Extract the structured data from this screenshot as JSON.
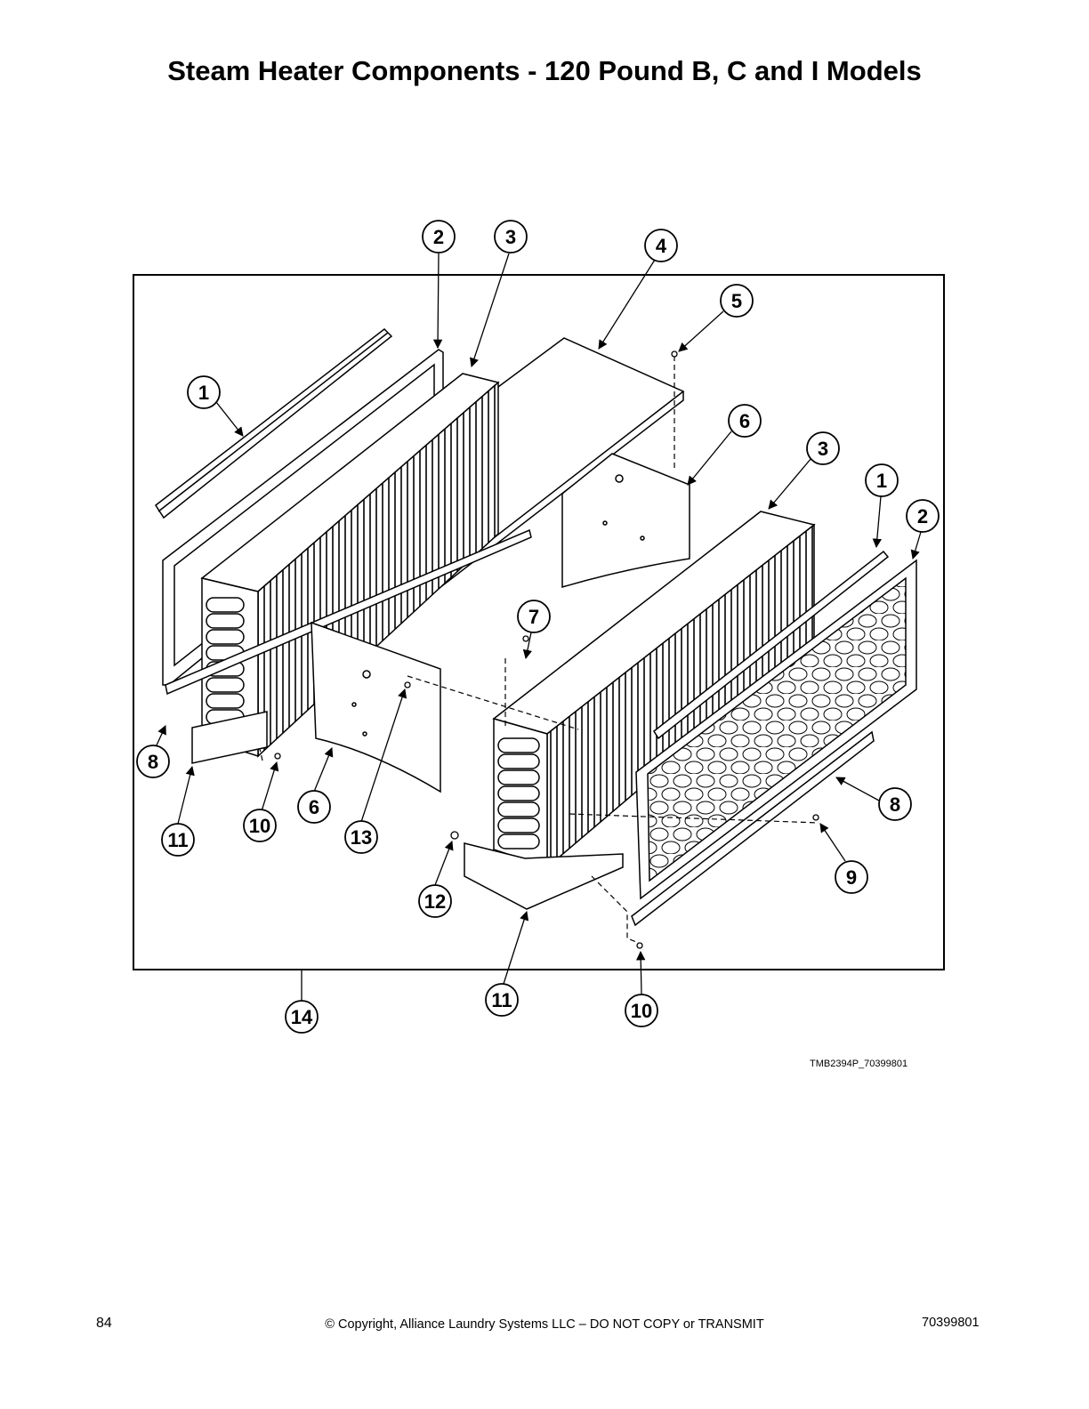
{
  "page": {
    "title": "Steam Heater Components - 120 Pound B, C and I Models",
    "figure_id": "TMB2394P_70399801",
    "page_number": "84",
    "copyright": "© Copyright, Alliance Laundry Systems LLC – DO NOT COPY or TRANSMIT",
    "doc_number": "70399801"
  },
  "callouts": [
    "2",
    "3",
    "4",
    "5",
    "1",
    "6",
    "3",
    "1",
    "2",
    "7",
    "8",
    "8",
    "6",
    "10",
    "11",
    "13",
    "12",
    "9",
    "11",
    "10",
    "14"
  ]
}
